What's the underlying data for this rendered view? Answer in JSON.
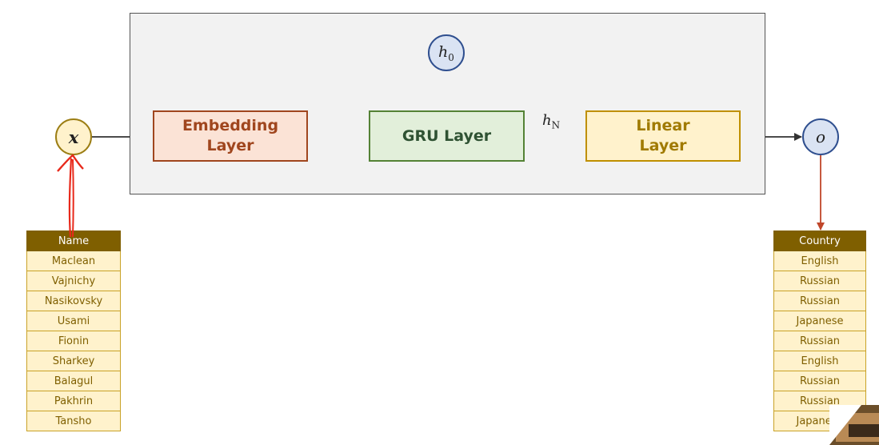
{
  "diagram": {
    "input_node": "x",
    "hidden_init": {
      "symbol": "h",
      "subscript": "0"
    },
    "output_node": "o",
    "hidden_final": {
      "symbol": "h",
      "subscript": "N"
    },
    "layers": {
      "embedding": "Embedding\nLayer",
      "gru": "GRU Layer",
      "linear": "Linear\nLayer"
    }
  },
  "colors": {
    "embedding_fill": "#fbe3d6",
    "embedding_text": "#a0461e",
    "gru_fill": "#e2efda",
    "gru_text": "#2f5233",
    "linear_fill": "#fff2cc",
    "linear_text": "#a07a00",
    "table_header": "#7f5f00",
    "table_cell": "#fff2cc",
    "annotation_red": "#e8291b",
    "output_arrow": "#c0462a"
  },
  "names_table": {
    "header": "Name",
    "rows": [
      "Maclean",
      "Vajnichy",
      "Nasikovsky",
      "Usami",
      "Fionin",
      "Sharkey",
      "Balagul",
      "Pakhrin",
      "Tansho"
    ]
  },
  "countries_table": {
    "header": "Country",
    "rows": [
      "English",
      "Russian",
      "Russian",
      "Japanese",
      "Russian",
      "English",
      "Russian",
      "Russian",
      "Japanese"
    ]
  }
}
